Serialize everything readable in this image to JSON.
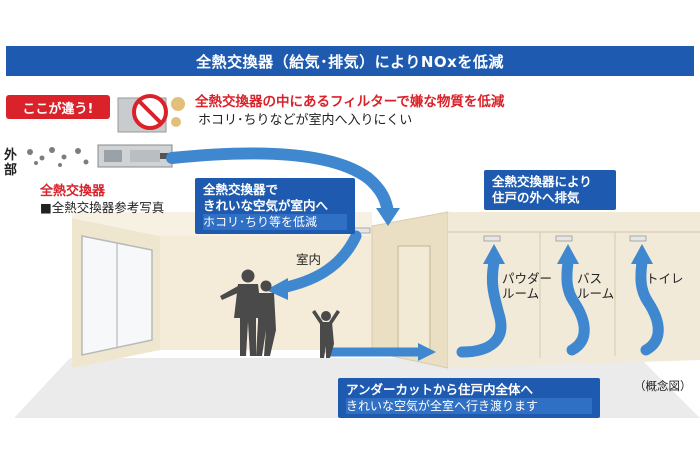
{
  "title": "全熱交換器（給気･排気）によりNOxを低減",
  "tag": "ここが違う!",
  "headline": {
    "red": "全熱交換器の中にあるフィルターで嫌な物質を低減",
    "black": "ホコリ･ちりなどが室内へ入りにくい"
  },
  "outside_label": "外部",
  "unit_label": "全熱交換器",
  "photo_caption": "■全熱交換器参考写真",
  "callout_room": {
    "line1": "全熱交換器で",
    "line2": "きれいな空気が室内へ",
    "sub": "ホコリ･ちり等を低減"
  },
  "callout_exhaust": {
    "line1": "全熱交換器により",
    "line2": "住戸の外へ排気"
  },
  "room_label": "室内",
  "rooms": {
    "powder": "パウダー\nルーム",
    "bath": "バス\nルーム",
    "toilet": "トイレ"
  },
  "callout_undercut": {
    "line1": "アンダーカットから住戸内全体へ",
    "sub": "きれいな空気が全室へ行き渡ります"
  },
  "concept_note": "（概念図）",
  "icons": [
    "no-entry-icon",
    "dust-icon",
    "arrow-flow-icon",
    "people-silhouette-icon"
  ],
  "colors": {
    "accent_blue": "#1e5bb0",
    "arrow_blue": "#3f87cf",
    "alert_red": "#d9222a"
  }
}
